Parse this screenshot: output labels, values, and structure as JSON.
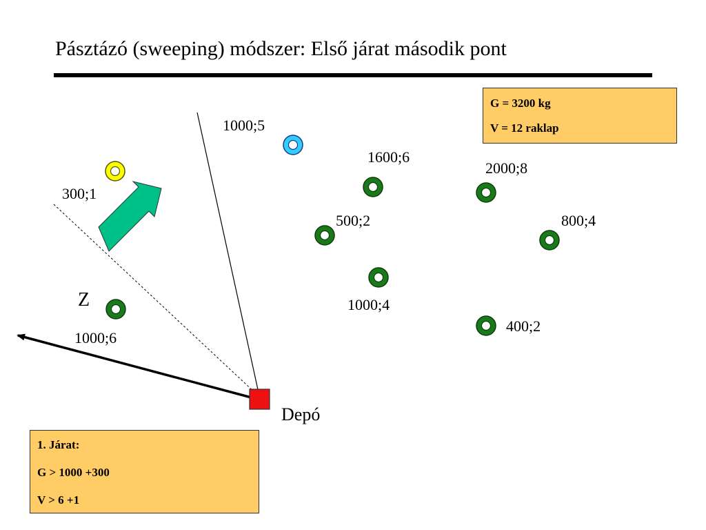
{
  "title": "Pásztázó (sweeping) módszer: Első járat második pont",
  "capacity_box": {
    "line1": "G = 3200 kg",
    "line2": "V = 12 raklap"
  },
  "route_box": {
    "line1": "1. Járat:",
    "line2": "G > 1000 +300",
    "line3": "V > 6 +1"
  },
  "depot_label": "Depó",
  "z_label": "Z",
  "nodes": [
    {
      "id": "n-1000-5",
      "label": "1000;5",
      "state": "current"
    },
    {
      "id": "n-300-1",
      "label": "300;1",
      "state": "next"
    },
    {
      "id": "n-1600-6",
      "label": "1600;6",
      "state": "unvisited"
    },
    {
      "id": "n-2000-8",
      "label": "2000;8",
      "state": "unvisited"
    },
    {
      "id": "n-500-2",
      "label": "500;2",
      "state": "unvisited"
    },
    {
      "id": "n-800-4",
      "label": "800;4",
      "state": "unvisited"
    },
    {
      "id": "n-1000-4",
      "label": "1000;4",
      "state": "unvisited"
    },
    {
      "id": "n-400-2",
      "label": "400;2",
      "state": "unvisited"
    },
    {
      "id": "n-1000-6",
      "label": "1000;6",
      "state": "unvisited"
    }
  ],
  "colors": {
    "unvisited": "#1a7a1a",
    "current": "#33ccff",
    "next": "#ffff00",
    "depot": "#ee1111",
    "sweep_arrow": "#00c08a",
    "box_fill": "#ffcc66"
  }
}
